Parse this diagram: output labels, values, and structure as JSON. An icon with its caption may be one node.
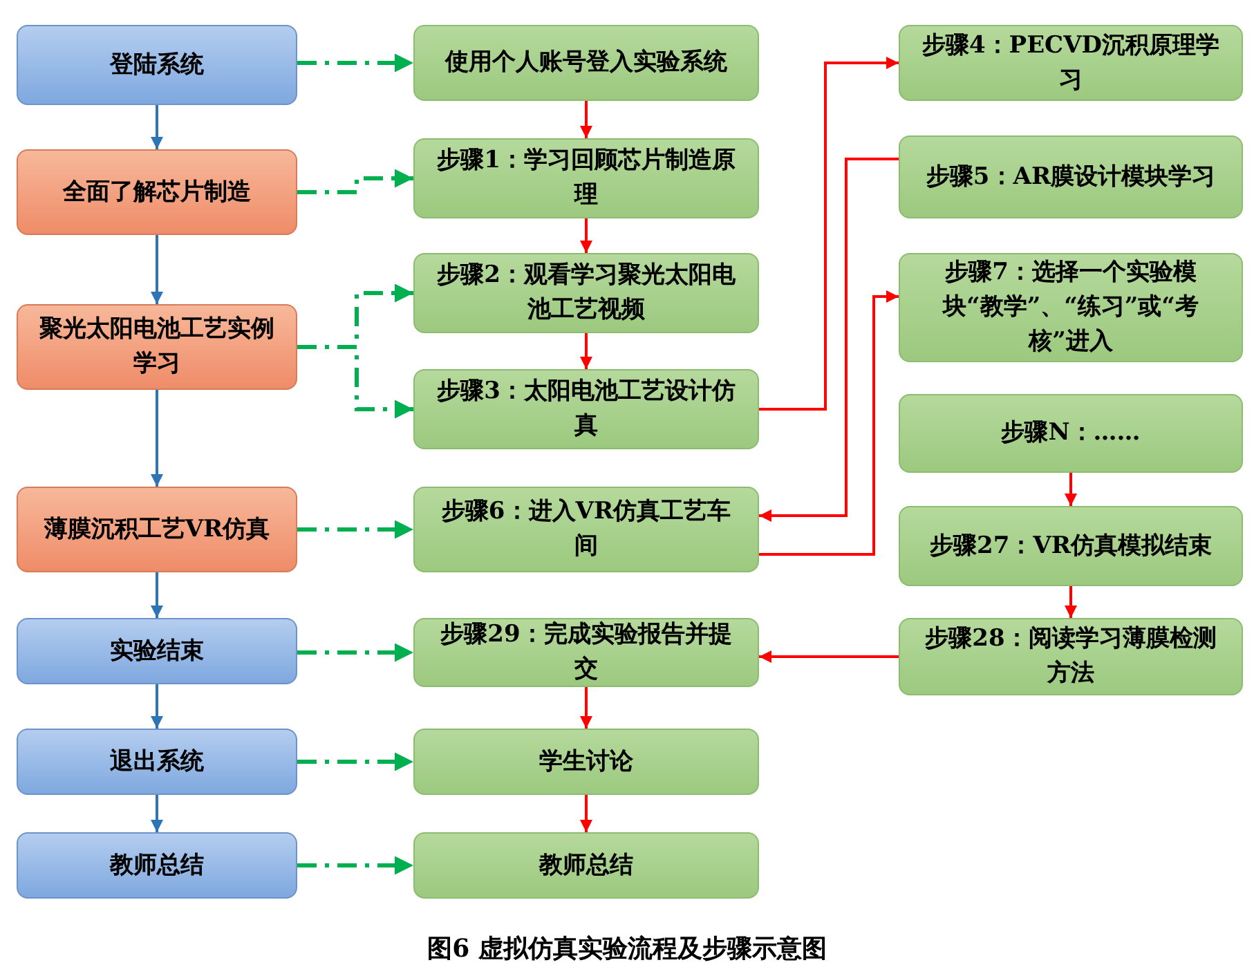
{
  "diagram": {
    "caption": "图6 虚拟仿真实验流程及步骤示意图",
    "nodes": [
      {
        "text": [
          "登陆系统"
        ]
      },
      {
        "text": [
          "全面了解芯片制造"
        ]
      },
      {
        "text": [
          "聚光太阳电池工艺实例学习"
        ]
      },
      {
        "text": [
          "薄膜沉积工艺VR仿真"
        ]
      },
      {
        "text": [
          "实验结束"
        ]
      },
      {
        "text": [
          "退出系统"
        ]
      },
      {
        "text": [
          "教师总结"
        ]
      },
      {
        "text": [
          "使用个人账号登入实验系统"
        ]
      },
      {
        "text": [
          "步骤1：学习回顾芯片制造原理"
        ]
      },
      {
        "text": [
          "步骤2：观看学习聚光太阳电池工艺视频"
        ]
      },
      {
        "text": [
          "步骤3：太阳电池工艺设计仿真"
        ]
      },
      {
        "text": [
          "步骤6：进入VR仿真工艺车间"
        ]
      },
      {
        "text": [
          "步骤29：完成实验报告并提交"
        ]
      },
      {
        "text": [
          "学生讨论"
        ]
      },
      {
        "text": [
          "教师总结"
        ]
      },
      {
        "text": [
          "步骤4：PECVD沉积原理学习"
        ]
      },
      {
        "text": [
          "步骤5：AR膜设计模块学习"
        ]
      },
      {
        "text": [
          "步骤7：选择一个实验模块“教学”、“练习”或“考核”进入"
        ]
      },
      {
        "text": [
          "步骤N：……"
        ]
      },
      {
        "text": [
          "步骤27：VR仿真模拟结束"
        ]
      },
      {
        "text": [
          "步骤28：阅读学习薄膜检测方法"
        ]
      }
    ],
    "edges": [
      {
        "from": 0,
        "to": 1,
        "arrow": "to",
        "color": "#2e75b6"
      },
      {
        "from": 1,
        "to": 2,
        "arrow": "to",
        "color": "#2e75b6"
      },
      {
        "from": 2,
        "to": 3,
        "arrow": "to",
        "color": "#2e75b6"
      },
      {
        "from": 3,
        "to": 4,
        "arrow": "to",
        "color": "#2e75b6"
      },
      {
        "from": 4,
        "to": 5,
        "arrow": "to",
        "color": "#2e75b6"
      },
      {
        "from": 5,
        "to": 6,
        "arrow": "to",
        "color": "#2e75b6"
      },
      {
        "from": 0,
        "to": 7,
        "arrow": "to",
        "style": "dashed",
        "color": "#00b050"
      },
      {
        "from": 1,
        "to": 8,
        "arrow": "to",
        "style": "dashed",
        "color": "#00b050"
      },
      {
        "from": 2,
        "to": 9,
        "arrow": "to",
        "style": "dashed",
        "color": "#00b050"
      },
      {
        "from": 2,
        "to": 10,
        "arrow": "to",
        "style": "dashed",
        "color": "#00b050"
      },
      {
        "from": 3,
        "to": 11,
        "arrow": "to",
        "style": "dashed",
        "color": "#00b050"
      },
      {
        "from": 4,
        "to": 12,
        "arrow": "to",
        "style": "dashed",
        "color": "#00b050"
      },
      {
        "from": 5,
        "to": 13,
        "arrow": "to",
        "style": "dashed",
        "color": "#00b050"
      },
      {
        "from": 6,
        "to": 14,
        "arrow": "to",
        "style": "dashed",
        "color": "#00b050"
      },
      {
        "from": 7,
        "to": 8,
        "arrow": "to"
      },
      {
        "from": 8,
        "to": 9,
        "arrow": "to"
      },
      {
        "from": 9,
        "to": 10,
        "arrow": "to"
      },
      {
        "from": 10,
        "to": 15,
        "arrow": "to"
      },
      {
        "from": 16,
        "to": 11,
        "arrow": "to"
      },
      {
        "from": 11,
        "to": 17,
        "arrow": "to"
      },
      {
        "from": 18,
        "to": 19,
        "arrow": "to"
      },
      {
        "from": 19,
        "to": 20,
        "arrow": "to"
      },
      {
        "from": 20,
        "to": 12,
        "arrow": "to"
      },
      {
        "from": 12,
        "to": 13,
        "arrow": "to"
      },
      {
        "from": 13,
        "to": 14,
        "arrow": "to"
      }
    ]
  }
}
